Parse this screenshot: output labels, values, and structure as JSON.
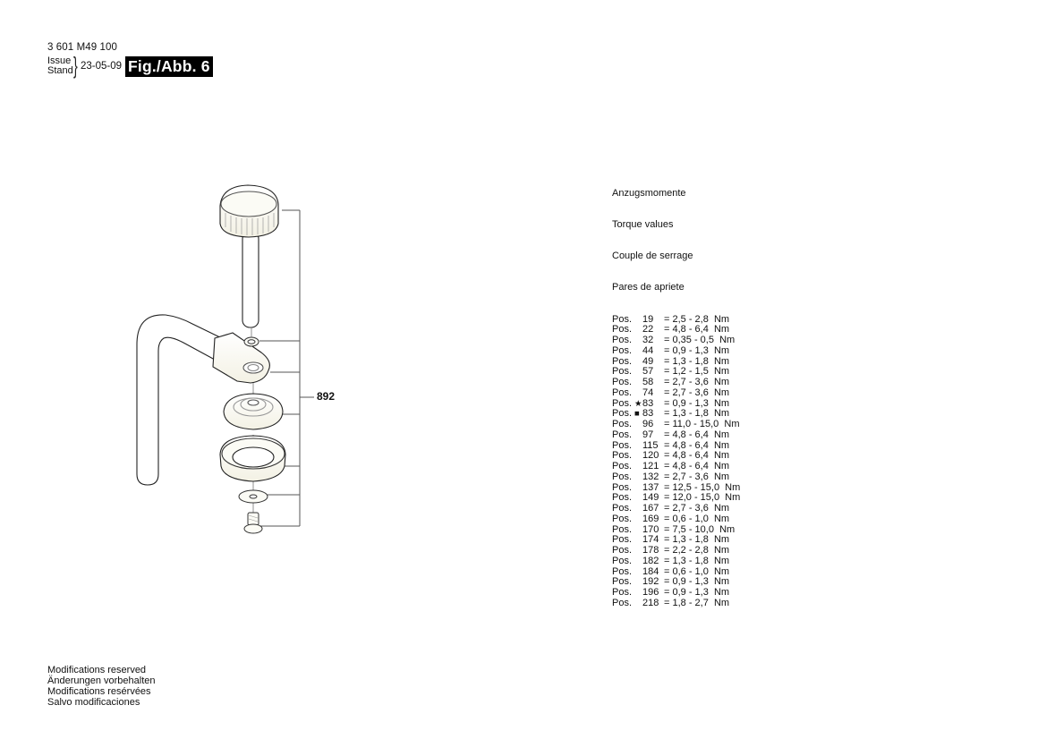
{
  "header": {
    "document_number": "3 601 M49 100",
    "issue_label": "Issue",
    "stand_label": "Stand",
    "issue_date": "23-05-09",
    "figure_label": "Fig./Abb. 6"
  },
  "drawing": {
    "assembly_ref": "892",
    "parts": [
      {
        "name": "knurled-knob-screw"
      },
      {
        "name": "small-washer"
      },
      {
        "name": "bent-rod-arm"
      },
      {
        "name": "domed-disc"
      },
      {
        "name": "toothed-ring"
      },
      {
        "name": "flat-washer"
      },
      {
        "name": "screw"
      }
    ]
  },
  "torque_table": {
    "titles": [
      "Anzugsmomente",
      "Torque values",
      "Couple de serrage",
      "Pares de apriete"
    ],
    "rows": [
      {
        "label": "Pos.",
        "mark": "",
        "pos": "19",
        "value": "= 2,5 - 2,8  Nm"
      },
      {
        "label": "Pos.",
        "mark": "",
        "pos": "22",
        "value": "= 4,8 - 6,4  Nm"
      },
      {
        "label": "Pos.",
        "mark": "",
        "pos": "32",
        "value": "= 0,35 - 0,5  Nm"
      },
      {
        "label": "Pos.",
        "mark": "",
        "pos": "44",
        "value": "= 0,9 - 1,3  Nm"
      },
      {
        "label": "Pos.",
        "mark": "",
        "pos": "49",
        "value": "= 1,3 - 1,8  Nm"
      },
      {
        "label": "Pos.",
        "mark": "",
        "pos": "57",
        "value": "= 1,2 - 1,5  Nm"
      },
      {
        "label": "Pos.",
        "mark": "",
        "pos": "58",
        "value": "= 2,7 - 3,6  Nm"
      },
      {
        "label": "Pos.",
        "mark": "",
        "pos": "74",
        "value": "= 2,7 - 3,6  Nm"
      },
      {
        "label": "Pos.",
        "mark": "★",
        "pos": "83",
        "value": "= 0,9 - 1,3  Nm"
      },
      {
        "label": "Pos.",
        "mark": "■",
        "pos": "83",
        "value": "= 1,3 - 1,8  Nm"
      },
      {
        "label": "Pos.",
        "mark": "",
        "pos": "96",
        "value": "= 11,0 - 15,0  Nm"
      },
      {
        "label": "Pos.",
        "mark": "",
        "pos": "97",
        "value": "= 4,8 - 6,4  Nm"
      },
      {
        "label": "Pos.",
        "mark": "",
        "pos": "115",
        "value": "= 4,8 - 6,4  Nm"
      },
      {
        "label": "Pos.",
        "mark": "",
        "pos": "120",
        "value": "= 4,8 - 6,4  Nm"
      },
      {
        "label": "Pos.",
        "mark": "",
        "pos": "121",
        "value": "= 4,8 - 6,4  Nm"
      },
      {
        "label": "Pos.",
        "mark": "",
        "pos": "132",
        "value": "= 2,7 - 3,6  Nm"
      },
      {
        "label": "Pos.",
        "mark": "",
        "pos": "137",
        "value": "= 12,5 - 15,0  Nm"
      },
      {
        "label": "Pos.",
        "mark": "",
        "pos": "149",
        "value": "= 12,0 - 15,0  Nm"
      },
      {
        "label": "Pos.",
        "mark": "",
        "pos": "167",
        "value": "= 2,7 - 3,6  Nm"
      },
      {
        "label": "Pos.",
        "mark": "",
        "pos": "169",
        "value": "= 0,6 - 1,0  Nm"
      },
      {
        "label": "Pos.",
        "mark": "",
        "pos": "170",
        "value": "= 7,5 - 10,0  Nm"
      },
      {
        "label": "Pos.",
        "mark": "",
        "pos": "174",
        "value": "= 1,3 - 1,8  Nm"
      },
      {
        "label": "Pos.",
        "mark": "",
        "pos": "178",
        "value": "= 2,2 - 2,8  Nm"
      },
      {
        "label": "Pos.",
        "mark": "",
        "pos": "182",
        "value": "= 1,3 - 1,8  Nm"
      },
      {
        "label": "Pos.",
        "mark": "",
        "pos": "184",
        "value": "= 0,6 - 1,0  Nm"
      },
      {
        "label": "Pos.",
        "mark": "",
        "pos": "192",
        "value": "= 0,9 - 1,3  Nm"
      },
      {
        "label": "Pos.",
        "mark": "",
        "pos": "196",
        "value": "= 0,9 - 1,3  Nm"
      },
      {
        "label": "Pos.",
        "mark": "",
        "pos": "218",
        "value": "= 1,8 - 2,7  Nm"
      }
    ]
  },
  "footer": {
    "lines": [
      "Modifications reserved",
      "Änderungen vorbehalten",
      "Modifications resérvées",
      "Salvo modificaciones"
    ]
  }
}
